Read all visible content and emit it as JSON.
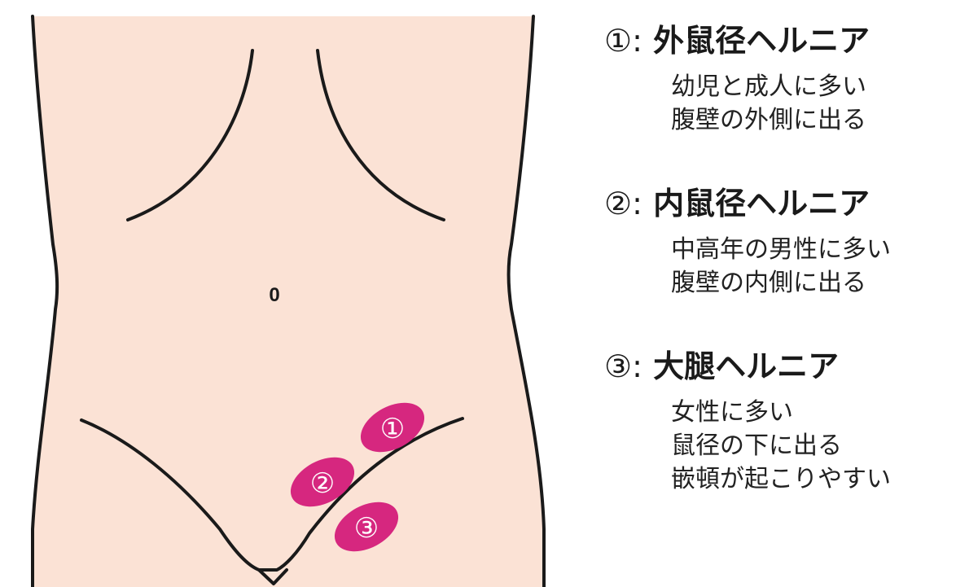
{
  "colors": {
    "skin": "#fbe2d5",
    "outline": "#1a1a1a",
    "hernia_fill": "#d6277f",
    "hernia_label": "#ffffff"
  },
  "diagram": {
    "navel_mark": "0",
    "hernia_markers": [
      {
        "label": "①"
      },
      {
        "label": "②"
      },
      {
        "label": "③"
      }
    ]
  },
  "legend": {
    "entries": [
      {
        "marker": "①:",
        "title": "外鼠径ヘルニア",
        "lines": [
          "幼児と成人に多い",
          "腹壁の外側に出る"
        ]
      },
      {
        "marker": "②:",
        "title": "内鼠径ヘルニア",
        "lines": [
          "中高年の男性に多い",
          "腹壁の内側に出る"
        ]
      },
      {
        "marker": "③:",
        "title": "大腿ヘルニア",
        "lines": [
          "女性に多い",
          "鼠径の下に出る",
          "嵌頓が起こりやすい"
        ]
      }
    ]
  }
}
